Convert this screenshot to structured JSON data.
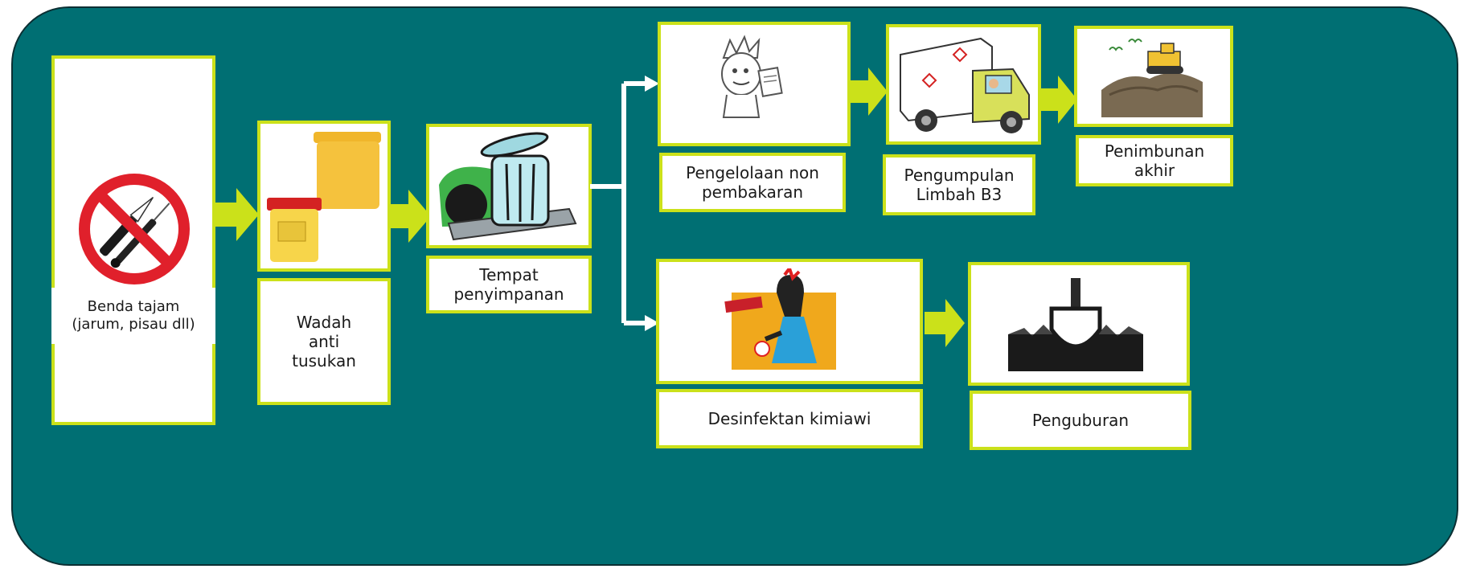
{
  "colors": {
    "panel": "#006f73",
    "panel_border": "#0b2f33",
    "box_border": "#cbe11a",
    "arrow": "#cbe11a",
    "connector": "#ffffff"
  },
  "steps": {
    "benda_tajam": {
      "label": "Benda tajam\n(jarum, pisau dll)",
      "icon": "no-sharps-icon"
    },
    "wadah": {
      "label": "Wadah\nanti\ntusukan",
      "icon": "sharps-container-icon"
    },
    "tempat": {
      "label": "Tempat\npenyimpanan",
      "icon": "trash-can-icon"
    },
    "pengelolaan": {
      "label": "Pengelolaan non\npembakaran",
      "icon": "cartoon-character-icon"
    },
    "pengumpulan": {
      "label": "Pengumpulan\nLimbah B3",
      "icon": "waste-truck-icon"
    },
    "penimbunan": {
      "label": "Penimbunan\nakhir",
      "icon": "landfill-bulldozer-icon"
    },
    "desinfektan": {
      "label": "Desinfektan kimiawi",
      "icon": "chemical-spray-icon"
    },
    "penguburan": {
      "label": "Penguburan",
      "icon": "shovel-burial-icon"
    }
  }
}
